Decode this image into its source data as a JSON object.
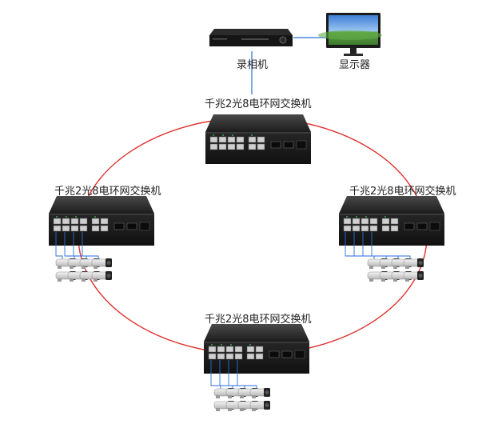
{
  "recorder": {
    "label": "录相机"
  },
  "monitor": {
    "label": "显示器"
  },
  "switches": [
    {
      "id": "top",
      "label": "千兆2光8电环网交换机",
      "cameras": 0
    },
    {
      "id": "left",
      "label": "千兆2光8电环网交换机",
      "cameras": 8
    },
    {
      "id": "right",
      "label": "千兆2光8电环网交换机",
      "cameras": 8
    },
    {
      "id": "bottom",
      "label": "千兆2光8电环网交换机",
      "cameras": 8
    }
  ],
  "colors": {
    "ring": "#e03030",
    "link": "#2a6fd6",
    "device": "#1a1a1a"
  }
}
